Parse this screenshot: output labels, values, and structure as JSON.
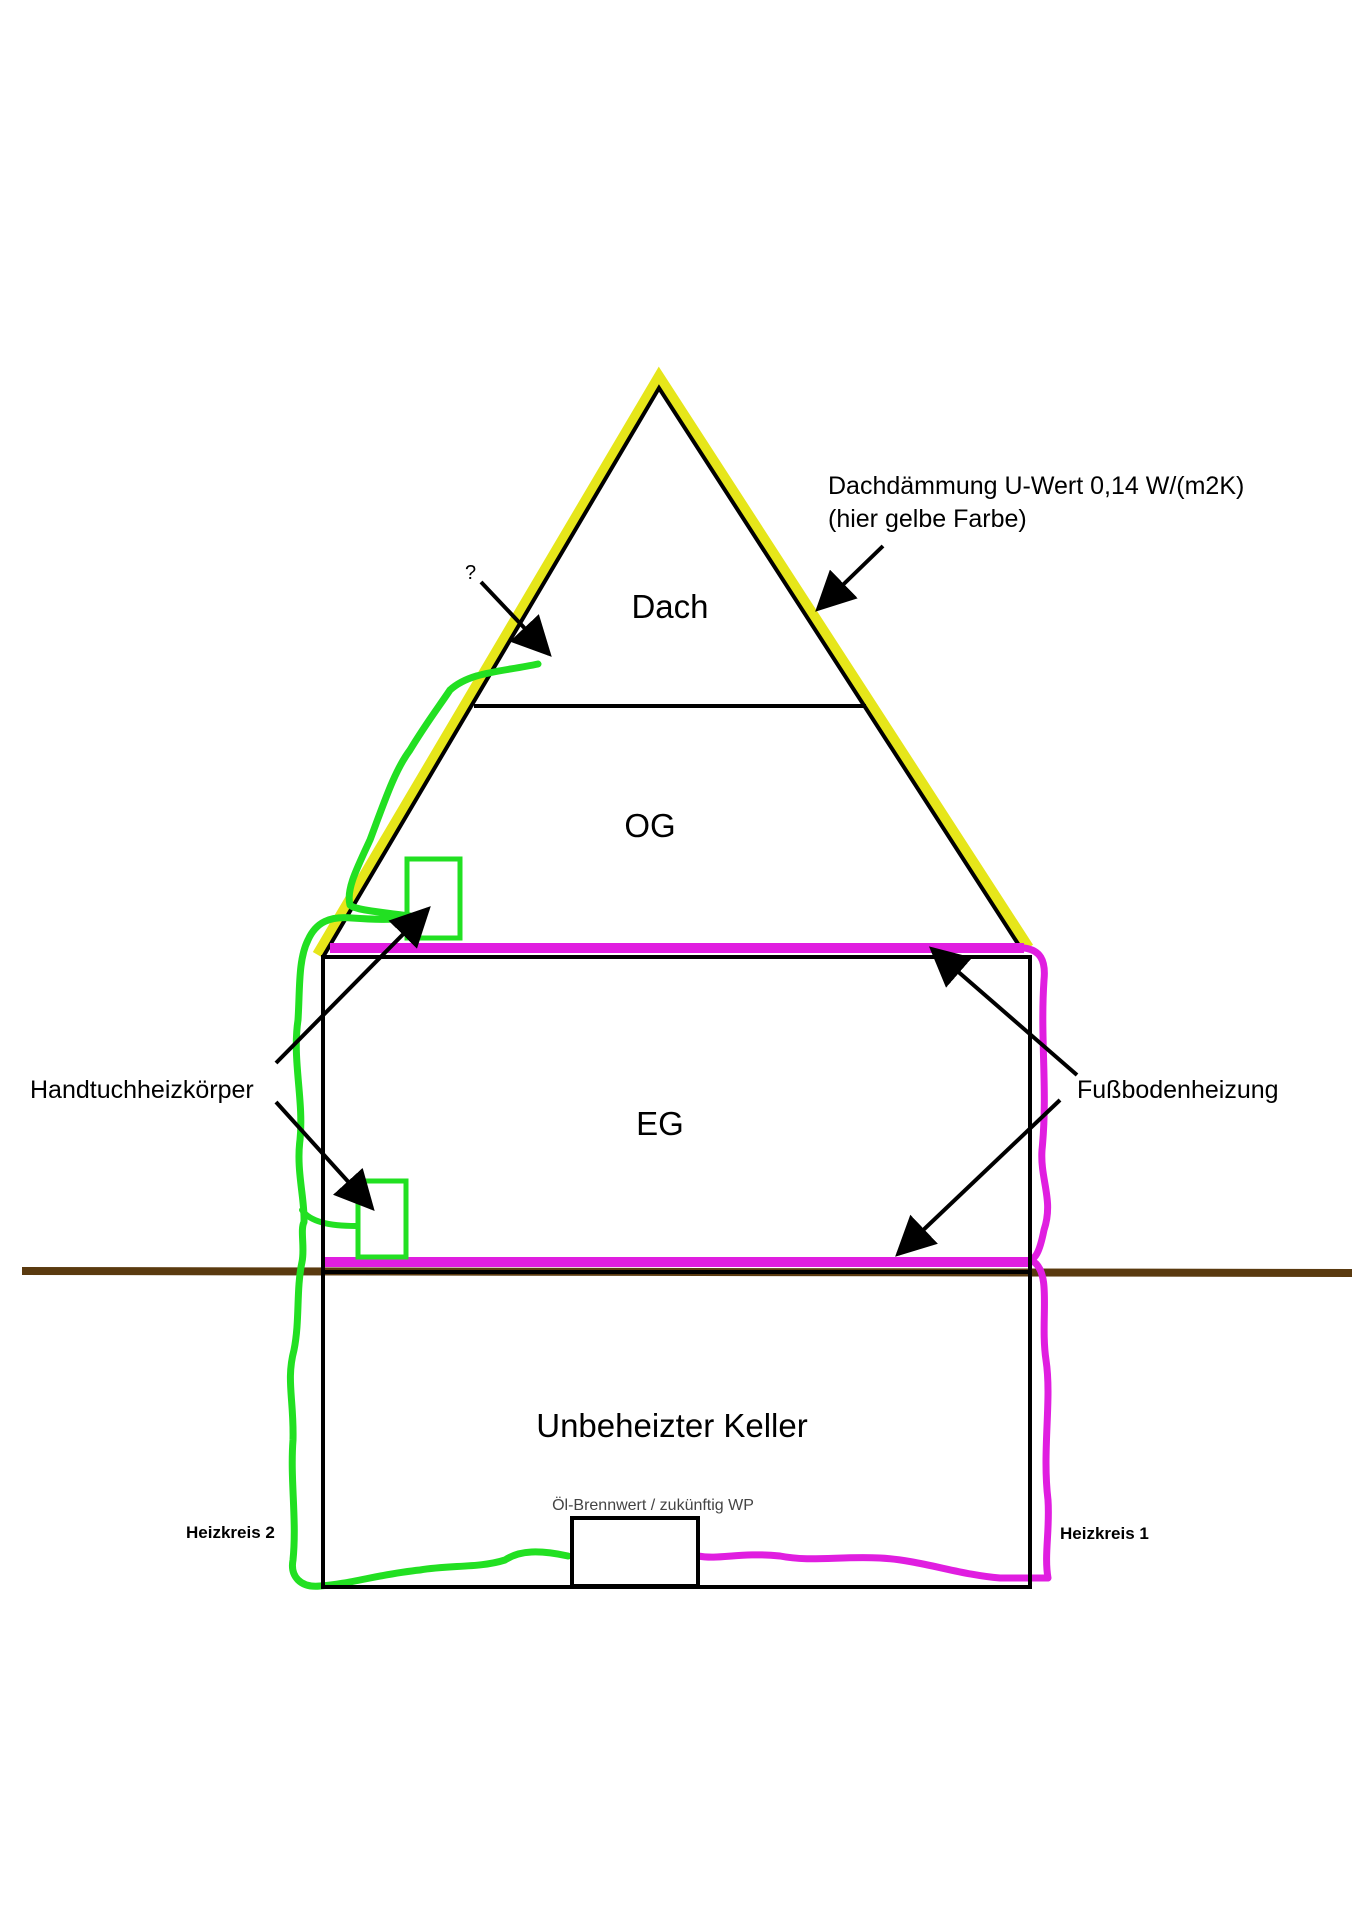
{
  "rooms": {
    "dach": "Dach",
    "og": "OG",
    "eg": "EG",
    "keller": "Unbeheizter Keller"
  },
  "annotations": {
    "roof_insulation_line1": "Dachdämmung U-Wert 0,14 W/(m2K)",
    "roof_insulation_line2": "(hier gelbe Farbe)",
    "question_mark": "?",
    "towel_radiator": "Handtuchheizkörper",
    "floor_heating": "Fußbodenheizung",
    "boiler": "Öl-Brennwert / zukünftig WP",
    "circuit_1": "Heizkreis 1",
    "circuit_2": "Heizkreis 2"
  },
  "colors": {
    "roof_insulation": "#e6e61a",
    "floor_heating": "#e01ee0",
    "circuit_2": "#22e022",
    "ground": "#5a3a0f",
    "structure": "#000000"
  }
}
